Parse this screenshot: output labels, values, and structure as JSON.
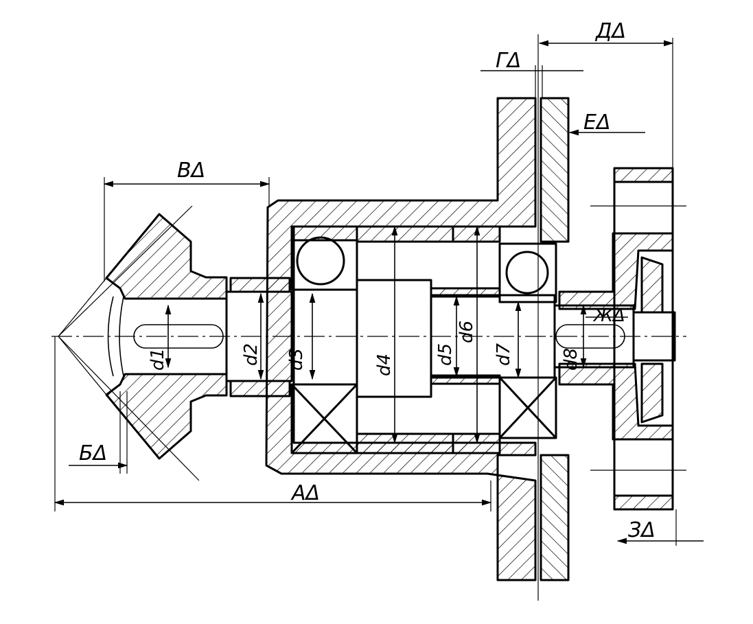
{
  "dimensions": {
    "A": "AΔ",
    "B_cyr": "БΔ",
    "V": "ВΔ",
    "G": "ΓΔ",
    "D": "ДΔ",
    "E": "EΔ",
    "ZH": "ЖΔ",
    "Z": "ЗΔ"
  },
  "diameters": {
    "d1": "d1",
    "d2": "d2",
    "d3": "d3",
    "d4": "d4",
    "d5": "d5",
    "d6": "d6",
    "d7": "d7",
    "d8": "d8"
  }
}
